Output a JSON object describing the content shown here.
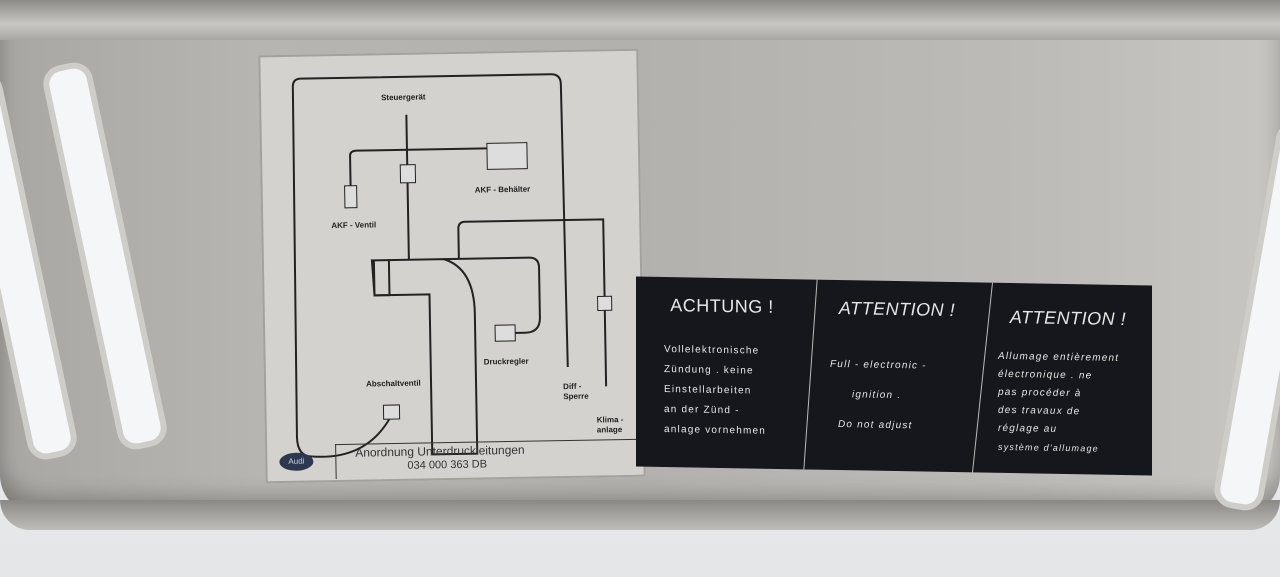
{
  "diagram_label": {
    "labels": {
      "steuergeraet": "Steuergerät",
      "akf_behaelter": "AKF - Behälter",
      "akf_ventil": "AKF - Ventil",
      "druckregler": "Druckregler",
      "abschaltventil": "Abschaltventil",
      "diff_sperre_1": "Diff -",
      "diff_sperre_2": "Sperre",
      "klima_1": "Klima -",
      "klima_2": "anlage"
    },
    "logo": "Audi",
    "title": "Anordnung Unterdruckleitungen",
    "part_number": "034 000 363 DB"
  },
  "warning_label": {
    "columns": [
      {
        "heading": "ACHTUNG !",
        "lines": [
          "Vollelektronische",
          "Zündung . keine",
          "Einstellarbeiten",
          "an der Zünd -",
          "anlage vornehmen"
        ]
      },
      {
        "heading": "ATTENTION !",
        "lines": [
          "Full - electronic -",
          "ignition .",
          "Do not adjust"
        ]
      },
      {
        "heading": "ATTENTION !",
        "lines": [
          "Allumage entièrement",
          "électronique . ne",
          "pas procéder à",
          "des travaux de",
          "réglage au",
          "système d'allumage"
        ]
      }
    ]
  }
}
